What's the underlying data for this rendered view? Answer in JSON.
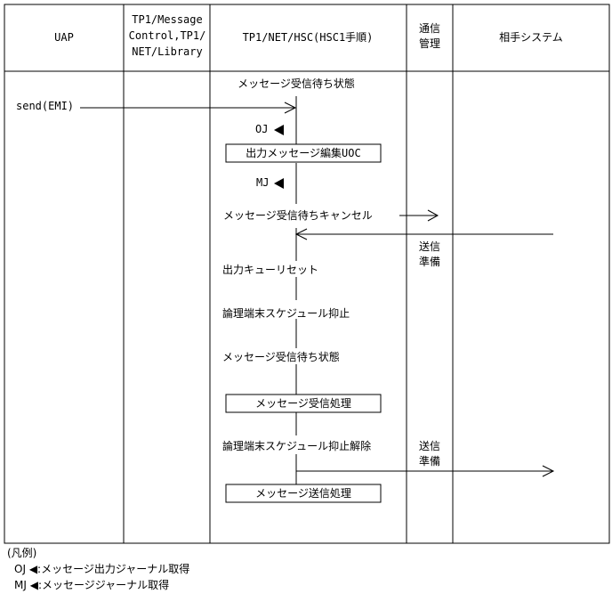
{
  "columns": {
    "uap": "UAP",
    "tp1_mc_line1": "TP1/Message",
    "tp1_mc_line2": "Control,TP1/",
    "tp1_mc_line3": "NET/Library",
    "hsc": "TP1/NET/HSC(HSC1手順)",
    "comm_line1": "通信",
    "comm_line2": "管理",
    "remote": "相手システム"
  },
  "steps": {
    "wait1": "メッセージ受信待ち状態",
    "send": "send(EMI)",
    "oj": "OJ",
    "edit_uoc": "出力メッセージ編集UOC",
    "mj": "MJ",
    "cancel": "メッセージ受信待ちキャンセル",
    "prep1_line1": "送信",
    "prep1_line2": "準備",
    "queue_reset": "出力キューリセット",
    "suppress": "論理端末スケジュール抑止",
    "wait2": "メッセージ受信待ち状態",
    "recv_proc": "メッセージ受信処理",
    "suppress_release": "論理端末スケジュール抑止解除",
    "prep2_line1": "送信",
    "prep2_line2": "準備",
    "send_proc": "メッセージ送信処理"
  },
  "legend": {
    "title": "(凡例)",
    "oj_key": "OJ",
    "oj_desc": ":メッセージ出力ジャーナル取得",
    "mj_key": "MJ",
    "mj_desc": ":メッセージジャーナル取得"
  },
  "icons": {
    "journal_marker": "left-pointing-triangle"
  }
}
